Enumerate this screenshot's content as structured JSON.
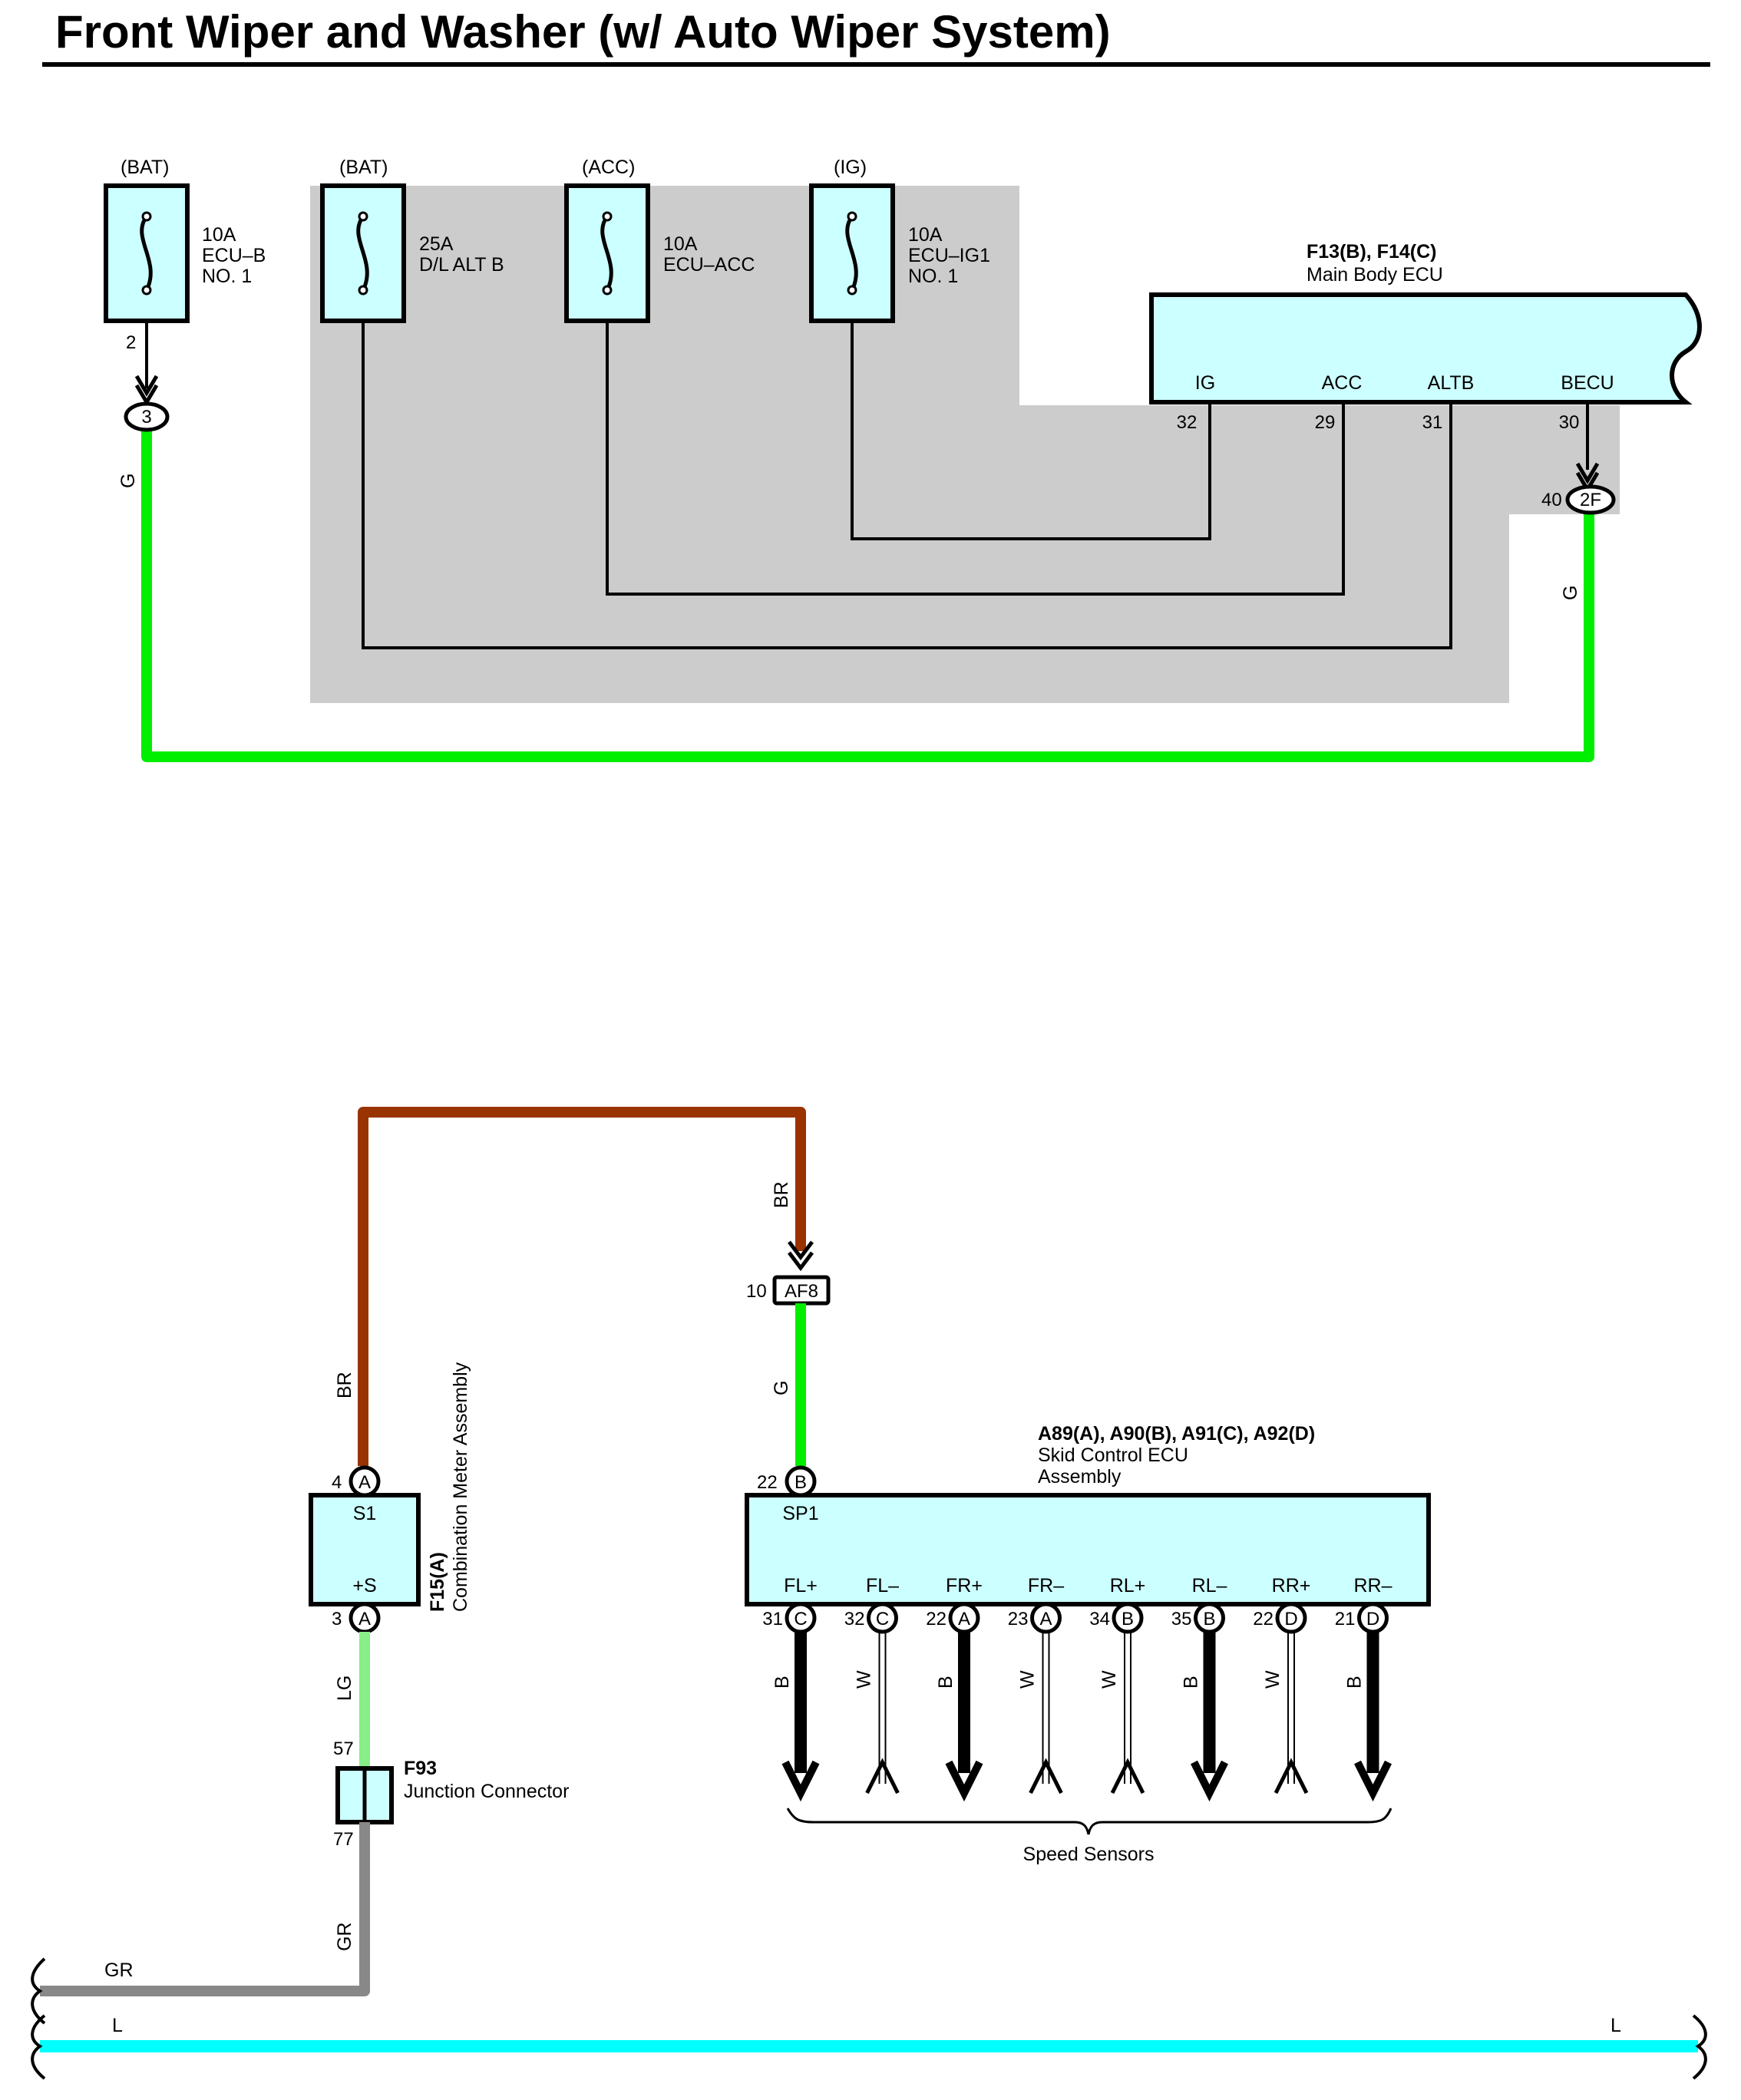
{
  "title": "Front Wiper and Washer (w/ Auto Wiper System)",
  "fuses": [
    {
      "source": "(BAT)",
      "rating": "10A",
      "name1": "ECU–B",
      "name2": "NO. 1",
      "pin": "2"
    },
    {
      "source": "(BAT)",
      "rating": "25A",
      "name1": "D/L ALT B",
      "name2": ""
    },
    {
      "source": "(ACC)",
      "rating": "10A",
      "name1": "ECU–ACC",
      "name2": ""
    },
    {
      "source": "(IG)",
      "rating": "10A",
      "name1": "ECU–IG1",
      "name2": "NO. 1"
    }
  ],
  "main_body_ecu": {
    "code": "F13(B), F14(C)",
    "name": "Main Body ECU",
    "terminals": [
      {
        "label": "IG",
        "pin": "32"
      },
      {
        "label": "ACC",
        "pin": "29"
      },
      {
        "label": "ALTB",
        "pin": "31"
      },
      {
        "label": "BECU",
        "pin": "30"
      }
    ]
  },
  "splice_3": "3",
  "conn_2f": {
    "label": "2F",
    "pin": "40"
  },
  "wire_colors": {
    "g": "G",
    "br": "BR",
    "lg": "LG",
    "gr": "GR",
    "l": "L",
    "b": "B",
    "w": "W"
  },
  "colors": {
    "green": "#00ee00",
    "brown": "#993300",
    "light_green": "#88ee88",
    "gray": "#888888",
    "cyan": "#00ffff",
    "component_fill": "#ccffff",
    "shade": "#cccccc"
  },
  "combination_meter": {
    "code": "F15(A)",
    "name": "Combination Meter Assembly",
    "top_terminal": "S1",
    "bottom_terminal": "+S",
    "top_pin": "4",
    "bottom_pin": "3",
    "conn_letter": "A"
  },
  "af8": {
    "label": "AF8",
    "pin": "10"
  },
  "junction": {
    "code": "F93",
    "name": "Junction Connector",
    "pin_top": "57",
    "pin_bottom": "77"
  },
  "skid_ecu": {
    "code": "A89(A), A90(B), A91(C), A92(D)",
    "name1": "Skid Control ECU",
    "name2": "Assembly",
    "sp1": "SP1",
    "sp1_pin": "22",
    "sp1_conn": "B",
    "terminals": [
      {
        "label": "FL+",
        "pin": "31",
        "conn": "C",
        "wire": "B"
      },
      {
        "label": "FL–",
        "pin": "32",
        "conn": "C",
        "wire": "W"
      },
      {
        "label": "FR+",
        "pin": "22",
        "conn": "A",
        "wire": "B"
      },
      {
        "label": "FR–",
        "pin": "23",
        "conn": "A",
        "wire": "W"
      },
      {
        "label": "RL+",
        "pin": "34",
        "conn": "B",
        "wire": "W"
      },
      {
        "label": "RL–",
        "pin": "35",
        "conn": "B",
        "wire": "B"
      },
      {
        "label": "RR+",
        "pin": "22",
        "conn": "D",
        "wire": "W"
      },
      {
        "label": "RR–",
        "pin": "21",
        "conn": "D",
        "wire": "B"
      }
    ]
  },
  "speed_sensors": "Speed Sensors"
}
